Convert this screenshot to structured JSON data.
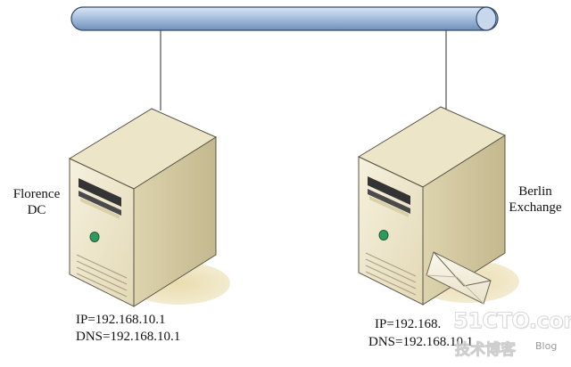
{
  "servers": [
    {
      "name_lines": [
        "Florence",
        "DC"
      ],
      "ip": "IP=192.168.10.1",
      "dns": "DNS=192.168.10.1"
    },
    {
      "name_lines": [
        "Berlin",
        "Exchange"
      ],
      "ip": "IP=192.168.",
      "dns": "DNS=192.168.10.1"
    }
  ],
  "network": {
    "bus_color": "#a9c1df",
    "link_color": "#2a2a40"
  },
  "server_style": {
    "front_color": "#ece4c6",
    "side_color": "#cfc49c",
    "shadow_color": "#eee3bc",
    "led_color": "#2f9a5e"
  },
  "icons": [
    "server-icon",
    "envelope-icon"
  ],
  "watermark": {
    "site": "51CTO.com",
    "subtitle": "技术博客",
    "blog": "Blog"
  }
}
